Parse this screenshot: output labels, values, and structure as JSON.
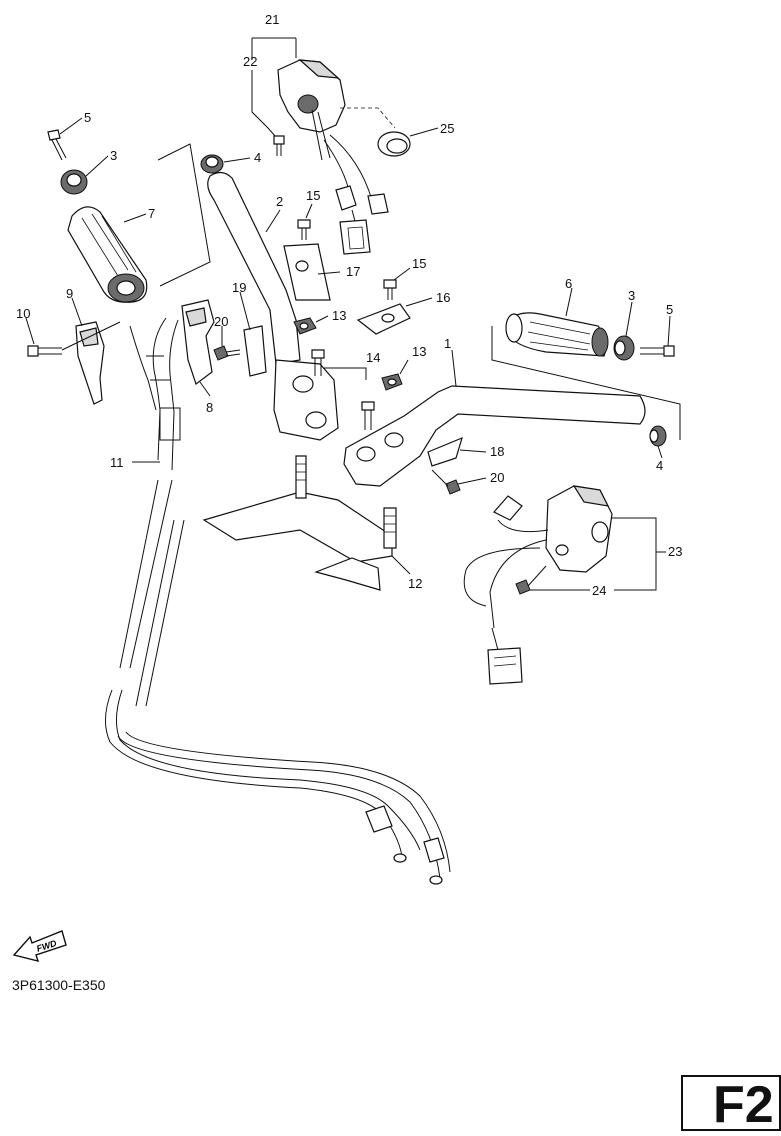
{
  "callouts": {
    "n1": "1",
    "n2": "2",
    "n3a": "3",
    "n3b": "3",
    "n4a": "4",
    "n4b": "4",
    "n5a": "5",
    "n5b": "5",
    "n6": "6",
    "n7": "7",
    "n8": "8",
    "n9": "9",
    "n10": "10",
    "n11": "11",
    "n12": "12",
    "n13a": "13",
    "n13b": "13",
    "n14": "14",
    "n15a": "15",
    "n15b": "15",
    "n16": "16",
    "n17": "17",
    "n18": "18",
    "n19": "19",
    "n20a": "20",
    "n20b": "20",
    "n21": "21",
    "n22": "22",
    "n23": "23",
    "n24": "24",
    "n25": "25"
  },
  "fwd_label": "FWD",
  "catalog_code": "3P61300-E350",
  "page_tab": "F2"
}
